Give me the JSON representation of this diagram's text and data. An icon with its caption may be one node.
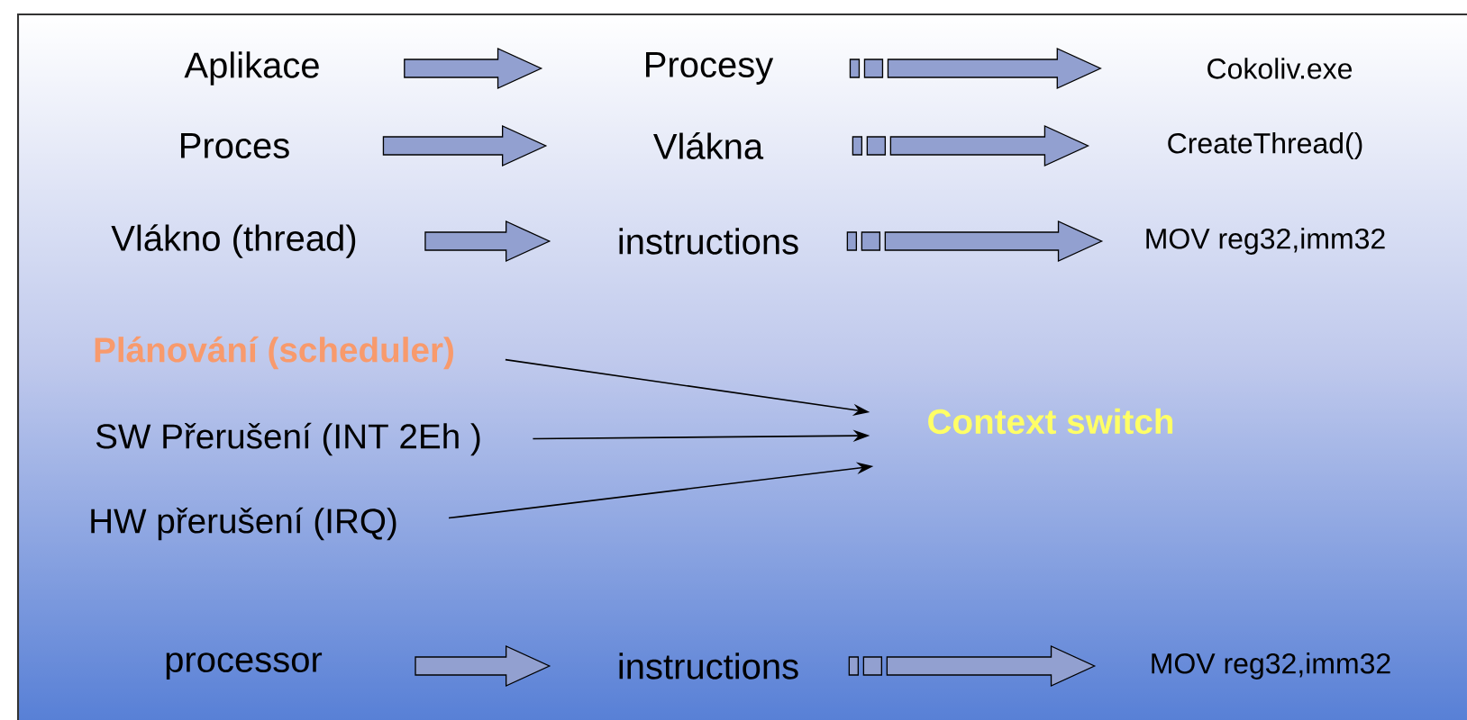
{
  "diagram": {
    "nodes": [
      {
        "text": [
          "Aplikace"
        ]
      },
      {
        "text": [
          "Procesy"
        ]
      },
      {
        "text": [
          "Cokoliv.exe"
        ]
      },
      {
        "text": [
          "Proces"
        ]
      },
      {
        "text": [
          "Vlákna"
        ]
      },
      {
        "text": [
          "CreateThread()"
        ]
      },
      {
        "text": [
          "Vlákno (thread)"
        ]
      },
      {
        "text": [
          "instructions"
        ]
      },
      {
        "text": [
          "MOV reg32,imm32"
        ]
      },
      {
        "text": [
          "Plánování (scheduler)"
        ]
      },
      {
        "text": [
          "SW Přerušení (INT 2Eh )"
        ]
      },
      {
        "text": [
          "HW přerušení (IRQ)"
        ]
      },
      {
        "text": [
          "Context switch"
        ]
      },
      {
        "text": [
          "processor"
        ]
      },
      {
        "text": [
          "instructions"
        ]
      },
      {
        "text": [
          "MOV reg32,imm32"
        ]
      }
    ],
    "edges": [
      {
        "from": 0,
        "to": 1,
        "arrow": "to",
        "style": "thick"
      },
      {
        "from": 1,
        "to": 2,
        "arrow": "to",
        "style": "thick"
      },
      {
        "from": 3,
        "to": 4,
        "arrow": "to",
        "style": "thick"
      },
      {
        "from": 4,
        "to": 5,
        "arrow": "to",
        "style": "thick"
      },
      {
        "from": 6,
        "to": 7,
        "arrow": "to",
        "style": "thick"
      },
      {
        "from": 7,
        "to": 8,
        "arrow": "to",
        "style": "thick"
      },
      {
        "from": 9,
        "to": 12,
        "arrow": "to"
      },
      {
        "from": 10,
        "to": 12,
        "arrow": "to"
      },
      {
        "from": 11,
        "to": 12,
        "arrow": "to"
      },
      {
        "from": 13,
        "to": 14,
        "arrow": "to",
        "style": "thick"
      },
      {
        "from": 14,
        "to": 15,
        "arrow": "to",
        "style": "thick"
      }
    ]
  }
}
